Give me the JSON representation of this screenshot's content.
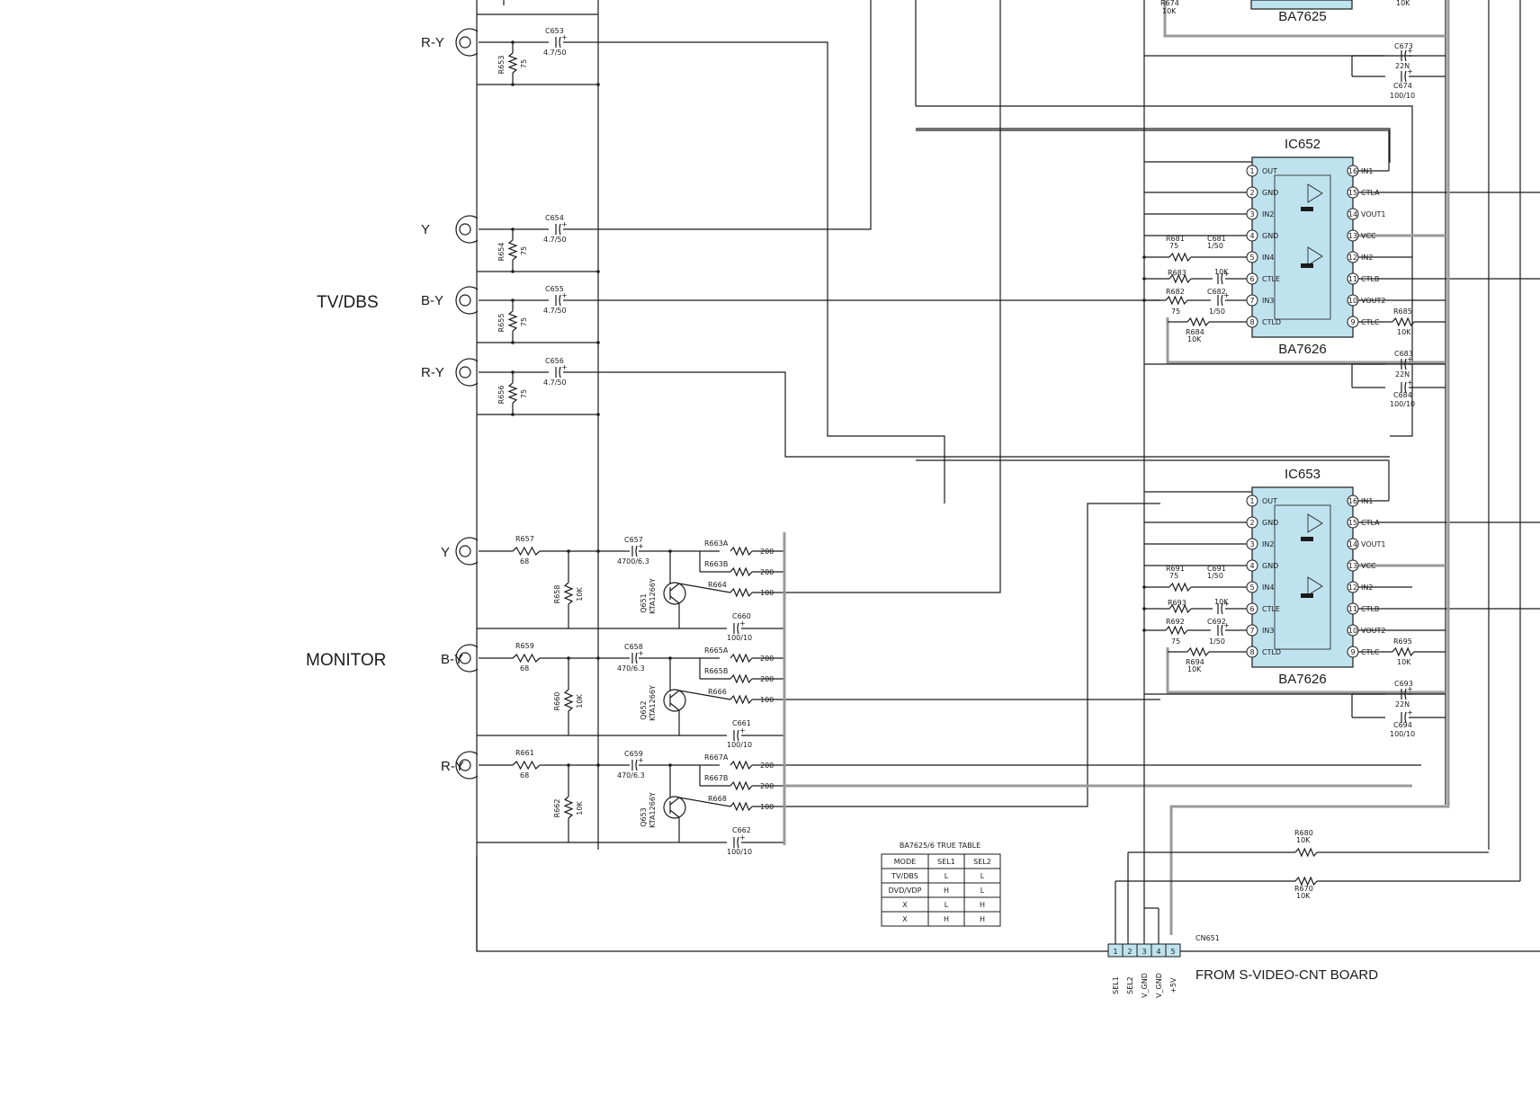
{
  "groups": {
    "tvdbs": "TV/DBS",
    "monitor": "MONITOR",
    "from_board": "FROM S-VIDEO-CNT BOARD"
  },
  "jacks": [
    {
      "label": "R-Y",
      "r": "R653",
      "rv": "75",
      "c": "C653",
      "cv": "4.7/50"
    },
    {
      "label": "Y",
      "r": "R654",
      "rv": "75",
      "c": "C654",
      "cv": "4.7/50"
    },
    {
      "label": "B-Y",
      "r": "R655",
      "rv": "75",
      "c": "C655",
      "cv": "4.7/50"
    },
    {
      "label": "R-Y",
      "r": "R656",
      "rv": "75",
      "c": "C656",
      "cv": "4.7/50"
    }
  ],
  "monitor_rows": [
    {
      "label": "Y",
      "rin": "R657",
      "rinv": "68",
      "rsh": "R658",
      "rshv": "10K",
      "cin": "C657",
      "cinv": "4700/6.3",
      "q": "Q651",
      "qtype": "KTA1266Y",
      "ra": "R663A",
      "rb": "R663B",
      "rc": "R664",
      "rav": "200",
      "rbv": "200",
      "rcv": "100",
      "co": "C660",
      "cov": "100/10"
    },
    {
      "label": "B-Y",
      "rin": "R659",
      "rinv": "68",
      "rsh": "R660",
      "rshv": "10K",
      "cin": "C658",
      "cinv": "470/6.3",
      "q": "Q652",
      "qtype": "KTA1266Y",
      "ra": "R665A",
      "rb": "R665B",
      "rc": "R666",
      "rav": "200",
      "rbv": "200",
      "rcv": "100",
      "co": "C661",
      "cov": "100/10"
    },
    {
      "label": "R-Y",
      "rin": "R661",
      "rinv": "68",
      "rsh": "R662",
      "rshv": "10K",
      "cin": "C659",
      "cinv": "470/6.3",
      "q": "Q653",
      "qtype": "KTA1266Y",
      "ra": "R667A",
      "rb": "R667B",
      "rc": "R668",
      "rav": "200",
      "rbv": "200",
      "rcv": "100",
      "co": "C662",
      "cov": "100/10"
    }
  ],
  "top_ic": {
    "name": "BA7625",
    "r_left": "R674",
    "r_left_v": "10K",
    "r_right_v": "10K",
    "c_a": "C673",
    "c_a_v": "22N",
    "c_b": "C674",
    "c_b_v": "100/10"
  },
  "ics": [
    {
      "ref": "IC652",
      "part": "BA7626",
      "r1": "R681",
      "r1v": "75",
      "c1": "C681",
      "c1v": "1/50",
      "r2": "R683",
      "r2v": "10K",
      "r3": "R682",
      "r3v": "75",
      "c2": "C682",
      "c2v": "1/50",
      "r4": "R684",
      "r4v": "10K",
      "r5": "R685",
      "r5v": "10K",
      "ca": "C683",
      "cav": "22N",
      "cb": "C684",
      "cbv": "100/10"
    },
    {
      "ref": "IC653",
      "part": "BA7626",
      "r1": "R691",
      "r1v": "75",
      "c1": "C691",
      "c1v": "1/50",
      "r2": "R693",
      "r2v": "10K",
      "r3": "R692",
      "r3v": "75",
      "c2": "C692",
      "c2v": "1/50",
      "r4": "R694",
      "r4v": "10K",
      "r5": "R695",
      "r5v": "10K",
      "ca": "C693",
      "cav": "22N",
      "cb": "C694",
      "cbv": "100/10"
    }
  ],
  "pins_left": [
    {
      "n": "1",
      "name": "OUT"
    },
    {
      "n": "2",
      "name": "GND"
    },
    {
      "n": "3",
      "name": "IN2"
    },
    {
      "n": "4",
      "name": "GND"
    },
    {
      "n": "5",
      "name": "IN4"
    },
    {
      "n": "6",
      "name": "CTLE"
    },
    {
      "n": "7",
      "name": "IN3"
    },
    {
      "n": "8",
      "name": "CTLD"
    }
  ],
  "pins_right": [
    {
      "n": "16",
      "name": "IN1"
    },
    {
      "n": "15",
      "name": "CTLA"
    },
    {
      "n": "14",
      "name": "VOUT1"
    },
    {
      "n": "13",
      "name": "VCC"
    },
    {
      "n": "12",
      "name": "IN2"
    },
    {
      "n": "11",
      "name": "CTLB"
    },
    {
      "n": "10",
      "name": "VOUT2"
    },
    {
      "n": "9",
      "name": "CTLC"
    }
  ],
  "pull_resistors": [
    {
      "r": "R680",
      "v": "10K"
    },
    {
      "r": "R670",
      "v": "10K"
    }
  ],
  "connector": {
    "ref": "CN651",
    "pins": [
      "1",
      "2",
      "3",
      "4",
      "5"
    ],
    "names": [
      "SEL1",
      "SEL2",
      "V_GND",
      "V_GND",
      "+5V"
    ]
  },
  "truth_table": {
    "title": "BA7625/6 TRUE TABLE",
    "headers": [
      "MODE",
      "SEL1",
      "SEL2"
    ],
    "rows": [
      [
        "TV/DBS",
        "L",
        "L"
      ],
      [
        "DVD/VDP",
        "H",
        "L"
      ],
      [
        "X",
        "L",
        "H"
      ],
      [
        "X",
        "H",
        "H"
      ]
    ]
  }
}
